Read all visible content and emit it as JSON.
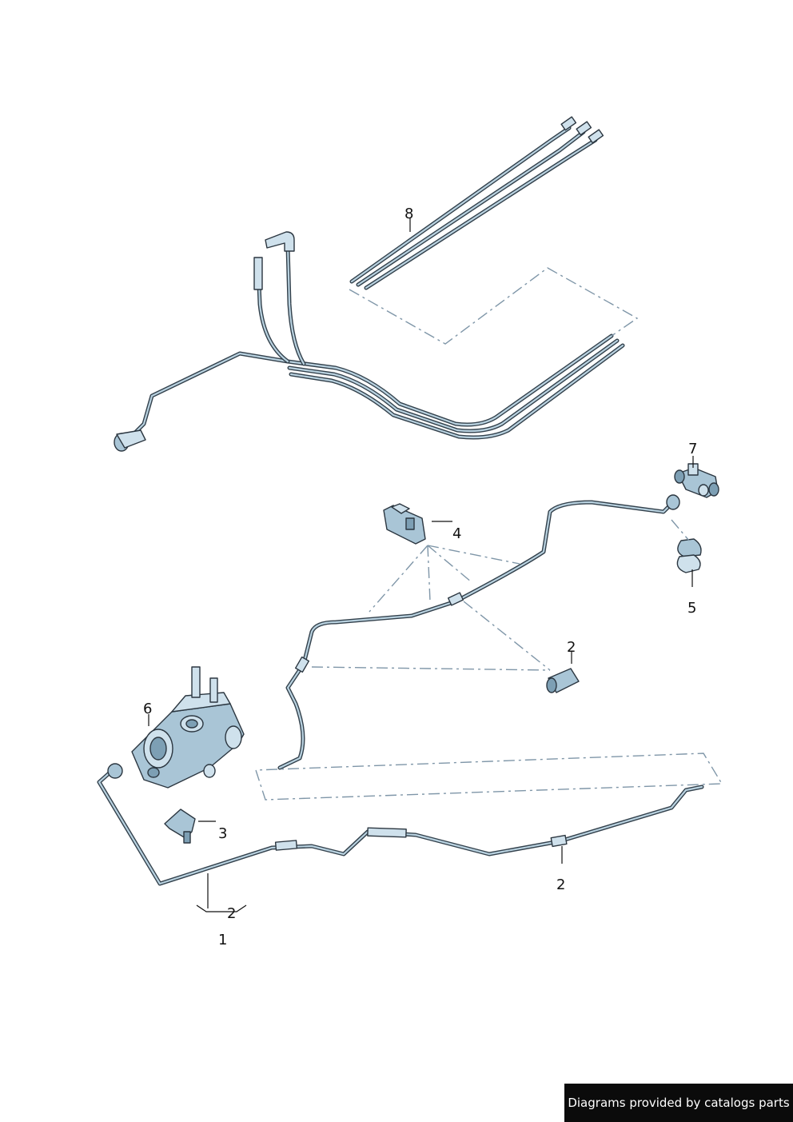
{
  "diagram": {
    "callouts": [
      {
        "id": "c8",
        "label": "8"
      },
      {
        "id": "c7",
        "label": "7"
      },
      {
        "id": "c4",
        "label": "4"
      },
      {
        "id": "c5",
        "label": "5"
      },
      {
        "id": "c2a",
        "label": "2"
      },
      {
        "id": "c6",
        "label": "6"
      },
      {
        "id": "c3",
        "label": "3"
      },
      {
        "id": "c2b",
        "label": "2"
      },
      {
        "id": "c2c",
        "label": "2"
      },
      {
        "id": "c1",
        "label": "1"
      }
    ],
    "colors": {
      "pipe_outline": "#33414c",
      "pipe_highlight": "#b9d2e0",
      "part_fill": "#a9c5d6",
      "dash_line": "#7f96a8",
      "credit_bg": "#0b0b0b"
    }
  },
  "credit": {
    "text": "Diagrams provided by catalogs parts"
  }
}
